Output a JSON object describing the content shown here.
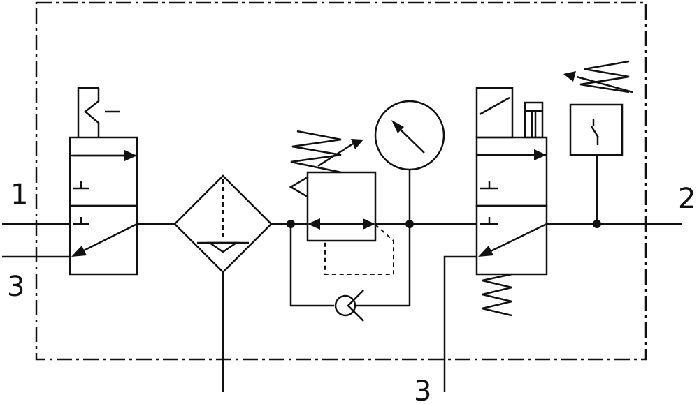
{
  "ports": {
    "port_1": "1",
    "port_2": "2",
    "port_3_left": "3",
    "port_3_bottom": "3"
  },
  "colors": {
    "line": "#111111",
    "background": "#ffffff"
  },
  "components": [
    "manual-shutoff-valve-3-2",
    "filter-with-water-separator",
    "pressure-regulator-with-check-valve",
    "pressure-gauge",
    "solenoid-valve-3-2-spring-return",
    "pressure-switch"
  ]
}
